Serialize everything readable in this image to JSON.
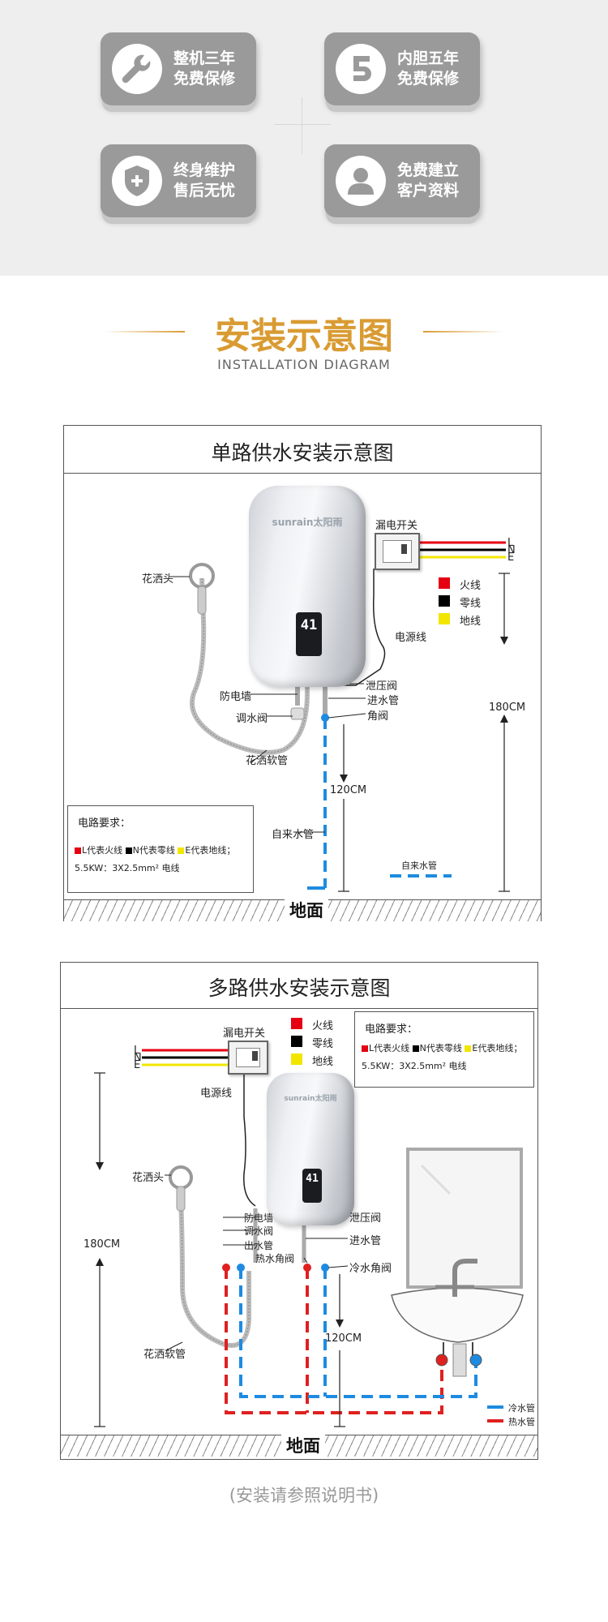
{
  "badges": [
    {
      "icon": "wrench-icon",
      "line1": "整机三年",
      "line2": "免费保修"
    },
    {
      "icon": "number-5-icon",
      "line1": "内胆五年",
      "line2": "免费保修"
    },
    {
      "icon": "shield-plus-icon",
      "line1": "终身维护",
      "line2": "售后无忧"
    },
    {
      "icon": "user-icon",
      "line1": "免费建立",
      "line2": "客户资料"
    }
  ],
  "section": {
    "title": "安装示意图",
    "subtitle": "INSTALLATION DIAGRAM"
  },
  "legend": {
    "fire": "火线",
    "neutral": "零线",
    "earth": "地线"
  },
  "colors": {
    "accent": "#d99b32",
    "fire": "#e50012",
    "neutral": "#000000",
    "earth": "#f2e600",
    "cold": "#1e8be0",
    "hot": "#e02020"
  },
  "requirements": {
    "title": "电路要求：",
    "line1_l": "L代表火线",
    "line1_n": "N代表零线",
    "line1_e": "E代表地线；",
    "line2": "5.5KW：3X2.5mm² 电线"
  },
  "brand": "sunrain太阳雨",
  "display_value": "41",
  "wire_letters": {
    "l": "L",
    "n": "N",
    "e": "E"
  },
  "diagram1": {
    "title": "单路供水安装示意图",
    "labels": {
      "switch": "漏电开关",
      "shower_head": "花洒头",
      "power_cord": "电源线",
      "anti_shock": "防电墙",
      "mixing_valve": "调水阀",
      "pressure_valve": "泄压阀",
      "inlet_pipe": "进水管",
      "angle_valve": "角阀",
      "hose": "花洒软管",
      "tap_water": "自来水管",
      "height_120": "120CM",
      "height_180": "180CM",
      "legend_tap": "自来水管",
      "ground": "地面"
    }
  },
  "diagram2": {
    "title": "多路供水安装示意图",
    "labels": {
      "switch": "漏电开关",
      "power_cord": "电源线",
      "shower_head": "花洒头",
      "anti_shock": "防电墙",
      "mixing_valve": "调水阀",
      "outlet_pipe": "出水管",
      "hot_angle_valve": "热水角阀",
      "pressure_valve": "泄压阀",
      "inlet_pipe": "进水管",
      "cold_angle_valve": "冷水角阀",
      "hose": "花洒软管",
      "height_120": "120CM",
      "height_180": "180CM",
      "legend_cold": "冷水管",
      "legend_hot": "热水管",
      "ground": "地面"
    }
  },
  "footnote": "(安装请参照说明书)"
}
